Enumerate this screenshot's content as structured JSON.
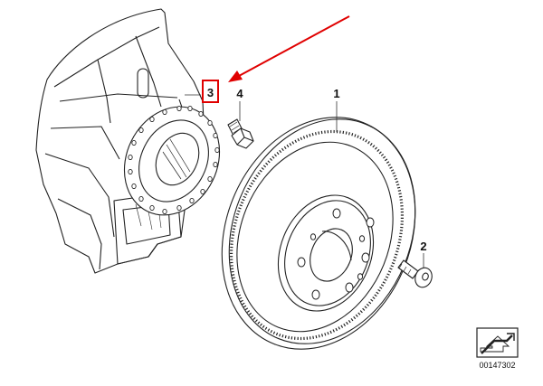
{
  "diagram": {
    "callouts": {
      "disc": "1",
      "screw": "2",
      "protection_plate": "3",
      "hex_bolt": "4"
    },
    "document_number": "00147302",
    "colors": {
      "line": "#222222",
      "highlight": "#e00000",
      "background": "#ffffff"
    },
    "icons": [
      "wheel-flag-icon"
    ]
  }
}
